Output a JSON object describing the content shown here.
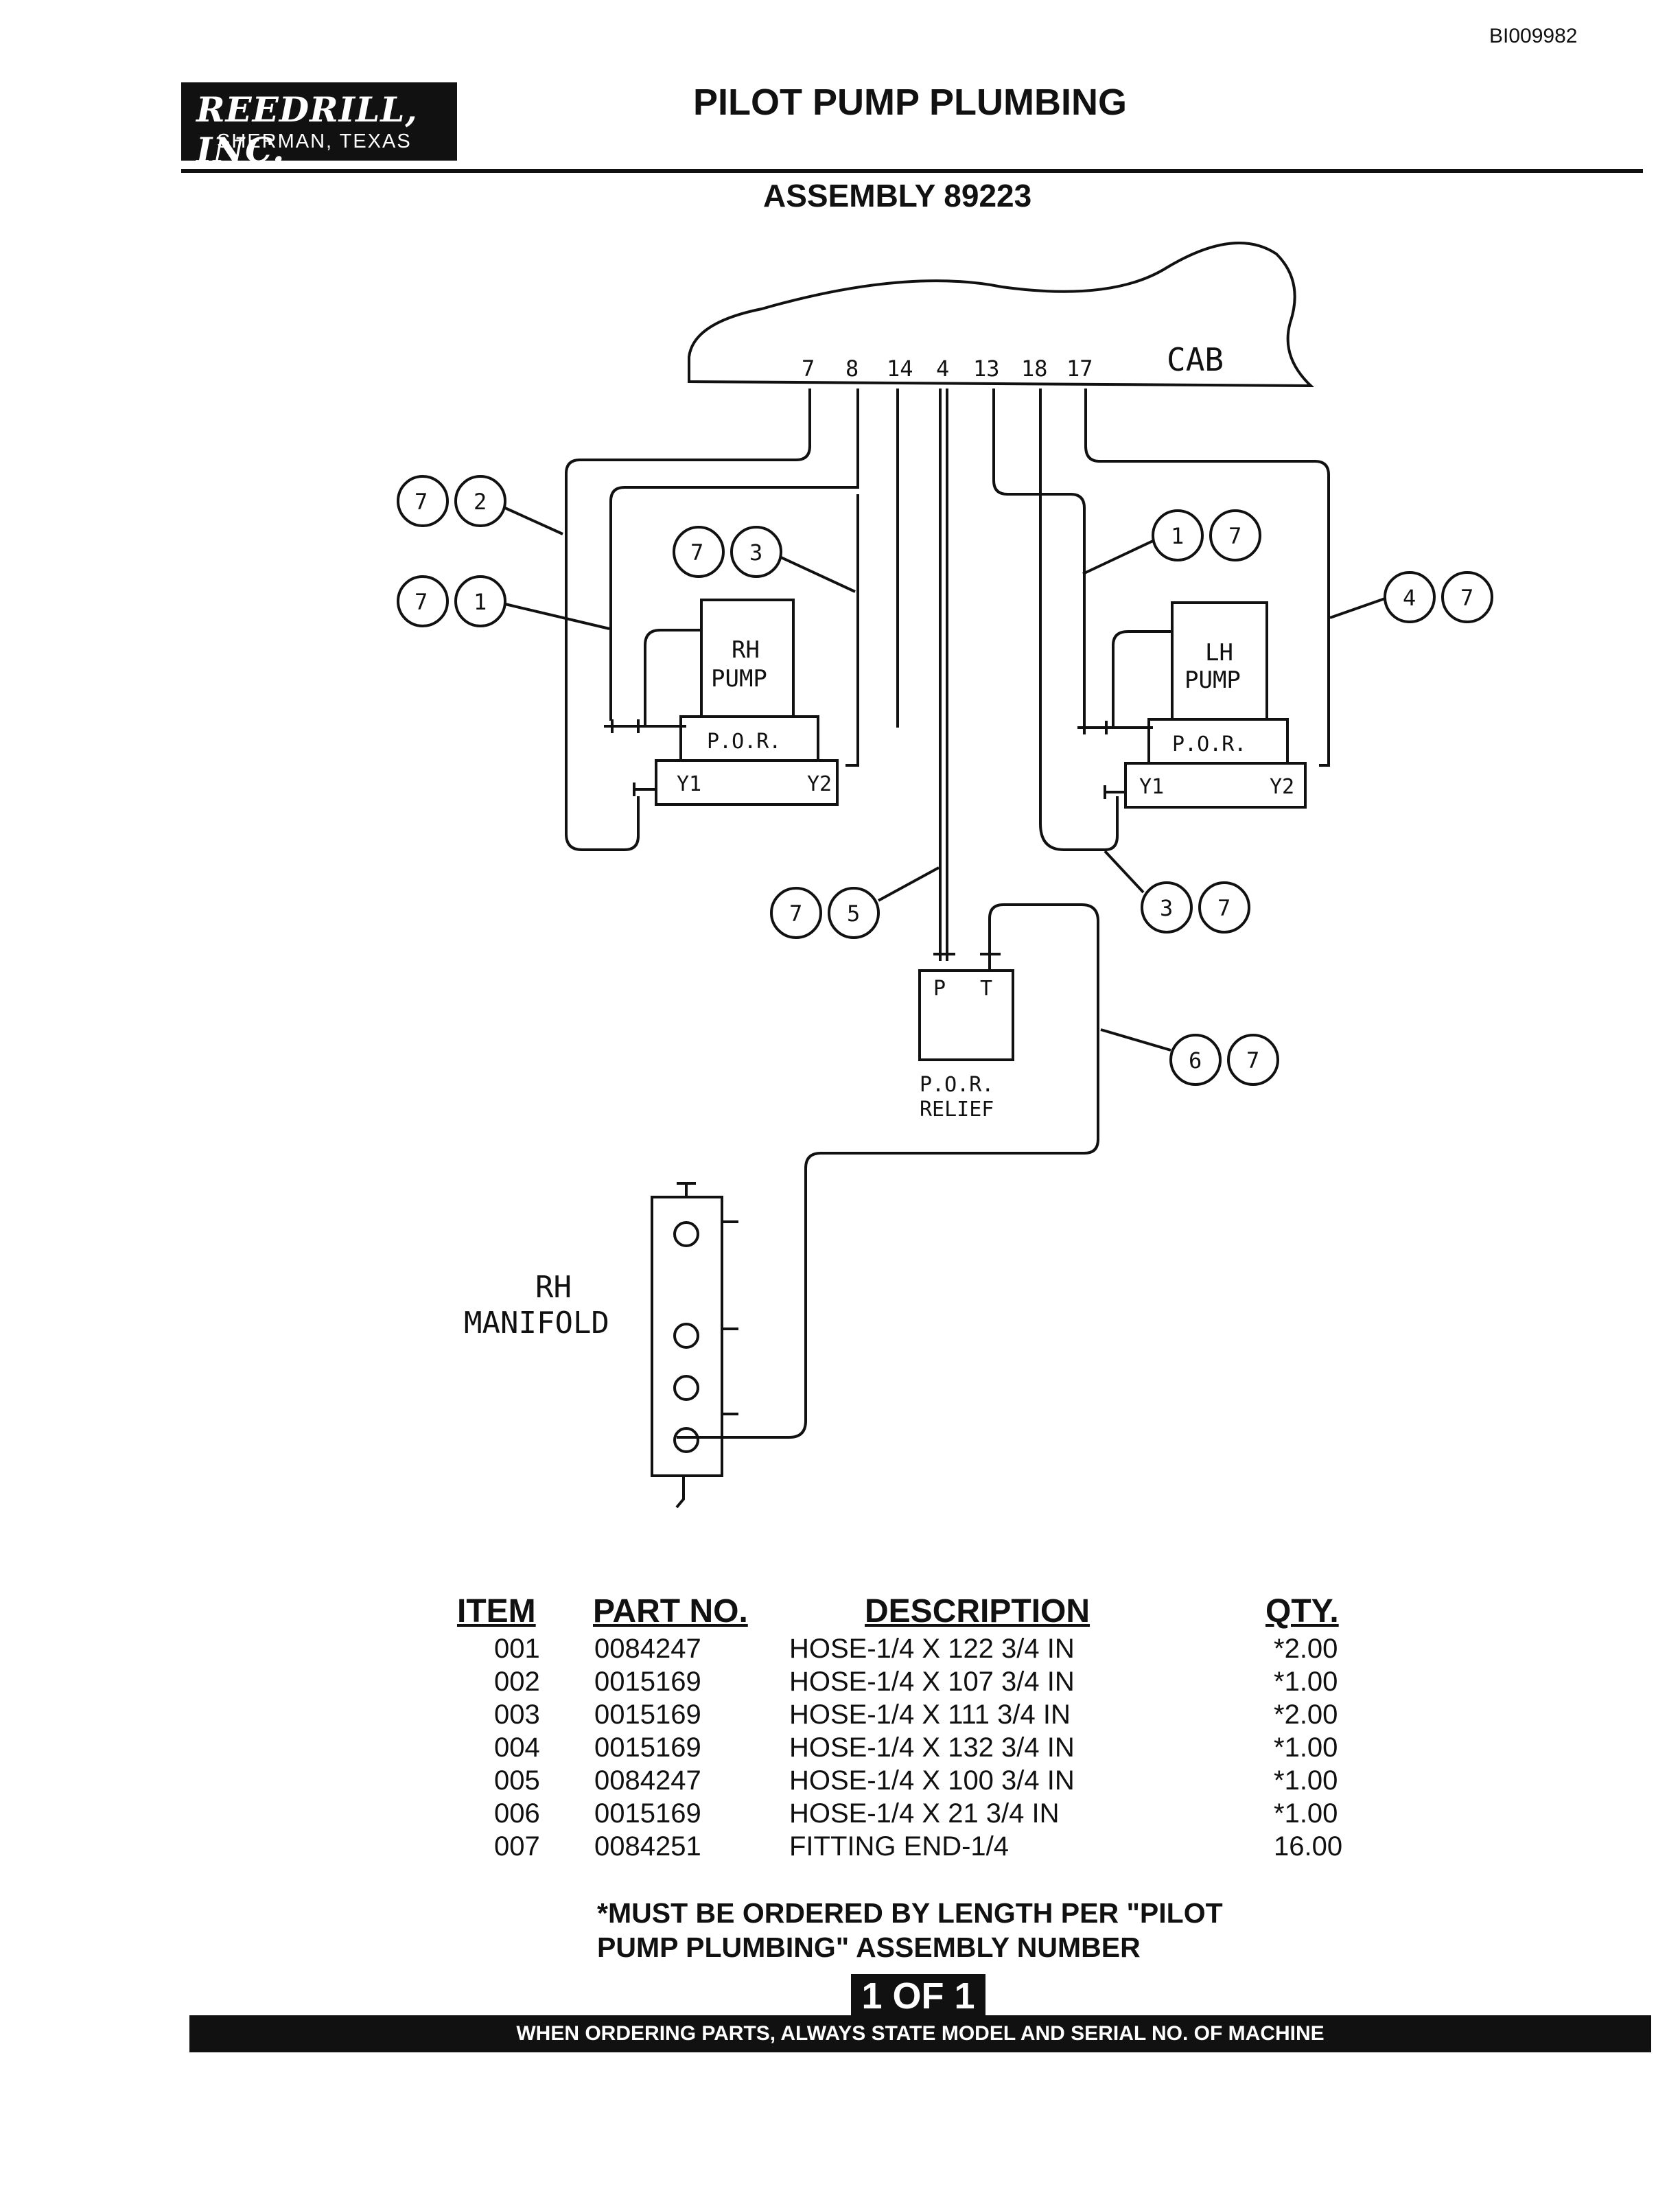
{
  "doc_id": "BI009982",
  "company": {
    "name": "REEDRILL, INC.",
    "location": "SHERMAN, TEXAS"
  },
  "title": "PILOT PUMP PLUMBING",
  "assembly": "ASSEMBLY 89223",
  "diagram": {
    "cab_label": "CAB",
    "port_numbers": [
      "7",
      "8",
      "14",
      "4",
      "13",
      "18",
      "17"
    ],
    "rh_pump": {
      "name_line1": "RH",
      "name_line2": "PUMP",
      "por": "P.O.R.",
      "y1": "Y1",
      "y2": "Y2"
    },
    "lh_pump": {
      "name_line1": "LH",
      "name_line2": "PUMP",
      "por": "P.O.R.",
      "y1": "Y1",
      "y2": "Y2"
    },
    "relief": {
      "p": "P",
      "t": "T",
      "label_line1": "P.O.R.",
      "label_line2": "RELIEF"
    },
    "manifold": {
      "label_line1": "RH",
      "label_line2": "MANIFOLD"
    },
    "callouts": [
      [
        "7",
        "2"
      ],
      [
        "7",
        "1"
      ],
      [
        "7",
        "3"
      ],
      [
        "1",
        "7"
      ],
      [
        "4",
        "7"
      ],
      [
        "7",
        "5"
      ],
      [
        "3",
        "7"
      ],
      [
        "6",
        "7"
      ]
    ]
  },
  "table": {
    "headers": {
      "item": "ITEM",
      "part_no": "PART NO.",
      "description": "DESCRIPTION",
      "qty": "QTY."
    },
    "rows": [
      {
        "item": "001",
        "part_no": "0084247",
        "description": "HOSE-1/4 X 122 3/4 IN",
        "qty": "*2.00"
      },
      {
        "item": "002",
        "part_no": "0015169",
        "description": "HOSE-1/4 X 107 3/4 IN",
        "qty": "*1.00"
      },
      {
        "item": "003",
        "part_no": "0015169",
        "description": "HOSE-1/4 X 111 3/4 IN",
        "qty": "*2.00"
      },
      {
        "item": "004",
        "part_no": "0015169",
        "description": "HOSE-1/4 X 132 3/4 IN",
        "qty": "*1.00"
      },
      {
        "item": "005",
        "part_no": "0084247",
        "description": "HOSE-1/4 X 100 3/4 IN",
        "qty": "*1.00"
      },
      {
        "item": "006",
        "part_no": "0015169",
        "description": "HOSE-1/4 X 21 3/4 IN",
        "qty": "*1.00"
      },
      {
        "item": "007",
        "part_no": "0084251",
        "description": "FITTING END-1/4",
        "qty": "16.00"
      }
    ]
  },
  "note_line1": "*MUST BE ORDERED BY LENGTH PER \"PILOT",
  "note_line2": "PUMP PLUMBING\" ASSEMBLY NUMBER",
  "page_badge": "1 OF 1",
  "footer": "WHEN ORDERING PARTS, ALWAYS STATE MODEL AND SERIAL NO. OF MACHINE"
}
